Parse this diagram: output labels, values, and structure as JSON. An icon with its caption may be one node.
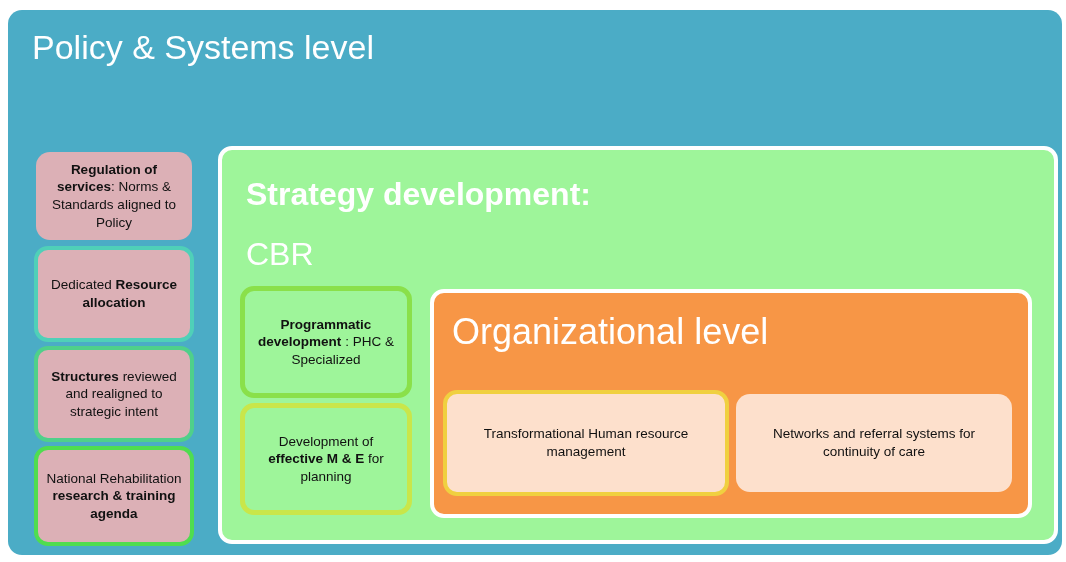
{
  "diagram": {
    "nodes": [
      {
        "text": [
          "Policy & Systems level"
        ]
      },
      {
        "text": [
          "**Regulation of services**: Norms & Standards aligned to Policy"
        ],
        "in": 0
      },
      {
        "text": [
          "Dedicated **Resource allocation**"
        ],
        "in": 0
      },
      {
        "text": [
          "**Structures** reviewed and realigned to strategic intent"
        ],
        "in": 0
      },
      {
        "text": [
          "National Rehabilitation **research & training agenda**"
        ],
        "in": 0
      },
      {
        "text": [
          "Strategy development:",
          "CBR"
        ],
        "in": 0
      },
      {
        "text": [
          "**Programmatic development** : PHC & Specialized"
        ],
        "in": 5
      },
      {
        "text": [
          "Development of **effective M & E** for planning"
        ],
        "in": 5
      },
      {
        "text": [
          "Organizational level"
        ],
        "in": 5
      },
      {
        "text": [
          "Transformational Human resource management"
        ],
        "in": 8
      },
      {
        "text": [
          "Networks and referral systems for continuity of care"
        ],
        "in": 8
      }
    ],
    "edges": []
  }
}
